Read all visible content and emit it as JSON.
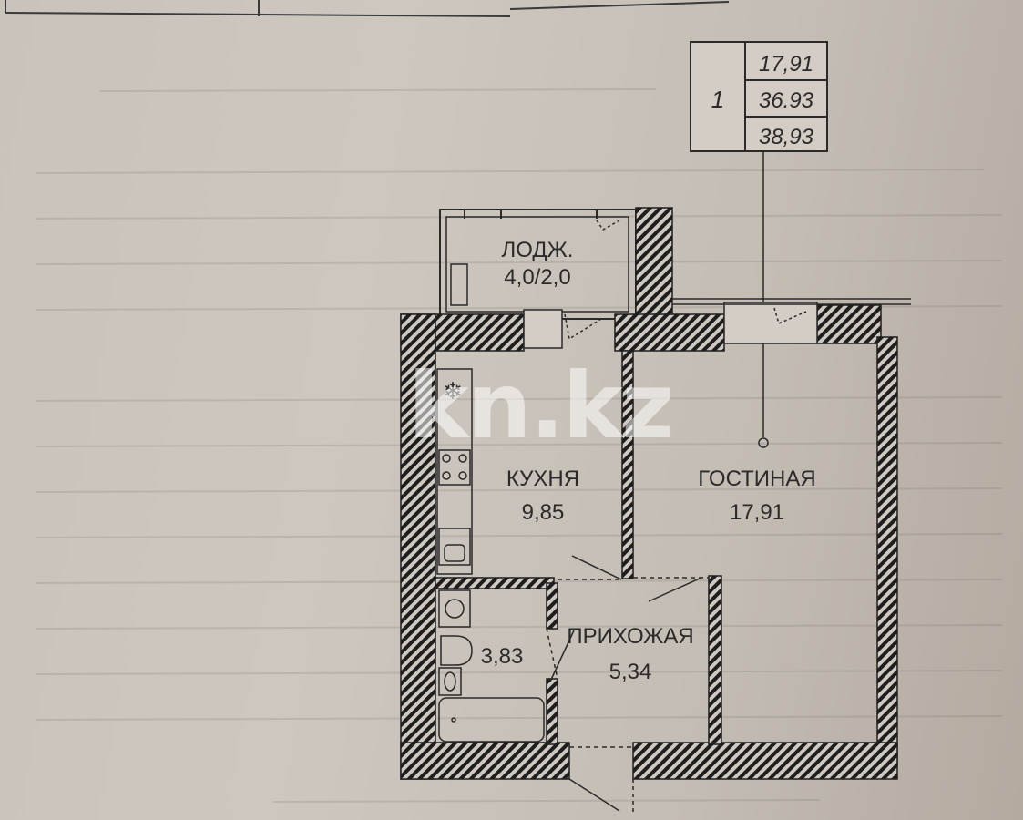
{
  "summary_table": {
    "room_count": "1",
    "living_area": "17,91",
    "total_area": "36.93",
    "total_area_with_loggia": "38,93"
  },
  "rooms": {
    "loggia": {
      "name": "ЛОДЖ.",
      "area": "4,0/2,0"
    },
    "kitchen": {
      "name": "КУХНЯ",
      "area": "9,85"
    },
    "living": {
      "name": "ГОСТИНАЯ",
      "area": "17,91"
    },
    "hallway": {
      "name": "ПРИХОЖАЯ",
      "area": "5,34"
    },
    "bathroom": {
      "name": "",
      "area": "3,83"
    }
  },
  "watermark": {
    "text": "kn.kz"
  },
  "colors": {
    "paper": "#cbc5bd",
    "ink": "#2a2a2a",
    "hatch": "#1e1e1e"
  }
}
